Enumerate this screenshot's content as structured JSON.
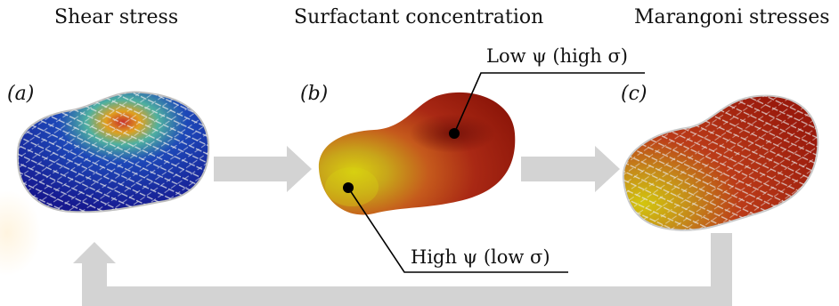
{
  "headings": {
    "shear": "Shear stress",
    "surfactant": "Surfactant concentration",
    "marangoni": "Marangoni stresses"
  },
  "panels": {
    "a": "(a)",
    "b": "(b)",
    "c": "(c)"
  },
  "callouts": {
    "low": "Low ψ (high σ)",
    "high": "High ψ (low σ)"
  },
  "colors": {
    "arrow": "#d3d3d3",
    "shear_low": "#1a1fa0",
    "shear_high": "#c8302a",
    "surfactant_low": "#8f1408",
    "surfactant_high": "#c9c40e",
    "vector": "#e6e6e6"
  },
  "icons": {
    "flow_arrow": "right-arrow-icon",
    "feedback_arrow": "up-arrow-icon",
    "callout_marker": "dot-icon"
  }
}
